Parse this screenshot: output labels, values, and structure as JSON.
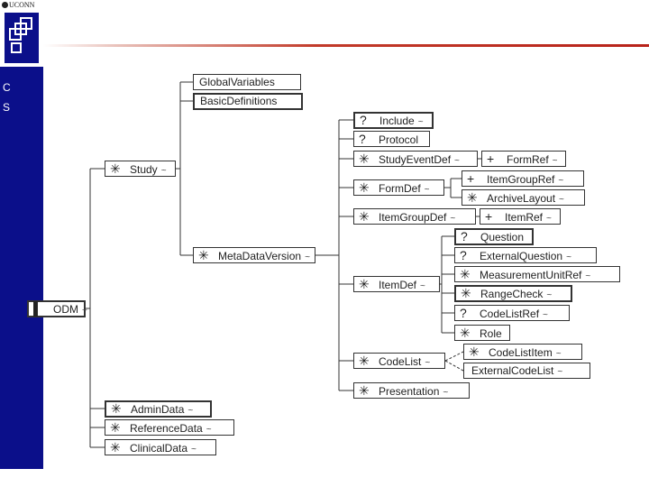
{
  "header": {
    "logo_text": "UCONN",
    "edge_text_1": "C",
    "edge_text_2": "S"
  },
  "nodes": {
    "odm": {
      "marker": "▌",
      "label": "ODM",
      "suffix": "~"
    },
    "study": {
      "marker": "✳",
      "label": "Study",
      "suffix": "~"
    },
    "admin_data": {
      "marker": "✳",
      "label": "AdminData",
      "suffix": "~"
    },
    "reference_data": {
      "marker": "✳",
      "label": "ReferenceData",
      "suffix": "~"
    },
    "clinical_data": {
      "marker": "✳",
      "label": "ClinicalData",
      "suffix": "~"
    },
    "global_variables": {
      "label": "GlobalVariables"
    },
    "basic_definitions": {
      "label": "BasicDefinitions"
    },
    "metadata_version": {
      "marker": "✳",
      "label": "MetaDataVersion",
      "suffix": "~"
    },
    "include": {
      "marker": "?",
      "label": "Include",
      "suffix": "~"
    },
    "protocol": {
      "marker": "?",
      "label": "Protocol"
    },
    "study_event_def": {
      "marker": "✳",
      "label": "StudyEventDef",
      "suffix": "~"
    },
    "form_ref": {
      "marker": "+",
      "label": "FormRef",
      "suffix": "~"
    },
    "form_def": {
      "marker": "✳",
      "label": "FormDef",
      "suffix": "~"
    },
    "item_group_ref": {
      "marker": "+",
      "label": "ItemGroupRef",
      "suffix": "~"
    },
    "archive_layout": {
      "marker": "✳",
      "label": "ArchiveLayout",
      "suffix": "~"
    },
    "item_group_def": {
      "marker": "✳",
      "label": "ItemGroupDef",
      "suffix": "~"
    },
    "item_ref": {
      "marker": "+",
      "label": "ItemRef",
      "suffix": "~"
    },
    "item_def": {
      "marker": "✳",
      "label": "ItemDef",
      "suffix": "~"
    },
    "question": {
      "marker": "?",
      "label": "Question"
    },
    "external_question": {
      "marker": "?",
      "label": "ExternalQuestion",
      "suffix": "~"
    },
    "measurement_unit_ref": {
      "marker": "✳",
      "label": "MeasurementUnitRef",
      "suffix": "~"
    },
    "range_check": {
      "marker": "✳",
      "label": "RangeCheck",
      "suffix": "~"
    },
    "code_list_ref": {
      "marker": "?",
      "label": "CodeListRef",
      "suffix": "~"
    },
    "role": {
      "marker": "✳",
      "label": "Role"
    },
    "code_list": {
      "marker": "✳",
      "label": "CodeList",
      "suffix": "~"
    },
    "code_list_item": {
      "marker": "✳",
      "label": "CodeListItem",
      "suffix": "~"
    },
    "external_code_list": {
      "label": "ExternalCodeList",
      "suffix": "~"
    },
    "presentation": {
      "marker": "✳",
      "label": "Presentation",
      "suffix": "~"
    }
  }
}
